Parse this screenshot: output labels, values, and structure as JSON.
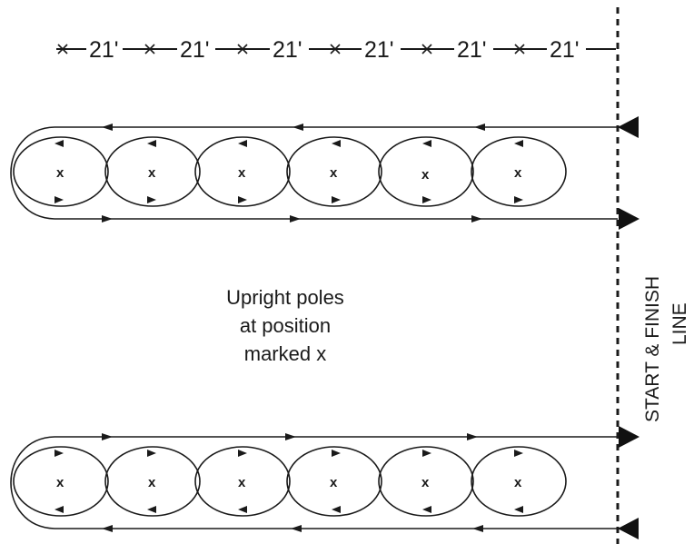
{
  "dimension_label": "21'",
  "pole_marker": "x",
  "note_lines": [
    "Upright poles",
    "at position",
    "marked x"
  ],
  "start_finish_label": [
    "START & FINISH",
    "LINE"
  ]
}
